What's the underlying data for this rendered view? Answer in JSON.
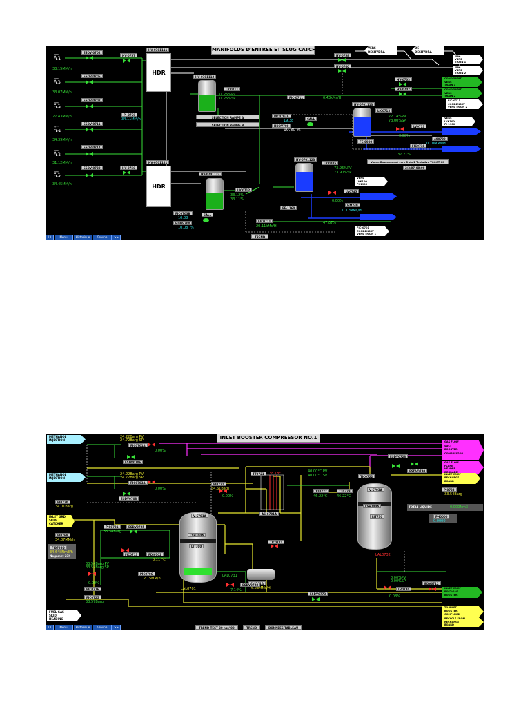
{
  "screen1": {
    "title": "MANIFOLDS D'ENTREE ET SLUG CATCHER",
    "trend_button": "TREND",
    "nav": [
      "13",
      "Menu",
      "Historique",
      "Groupe",
      ">>"
    ],
    "wells": [
      {
        "name": "XT1\nTL-1",
        "valve": "ESDV-0702",
        "value": "33.15MM/h"
      },
      {
        "name": "XT1\nTL-2",
        "valve": "ESDV-0706",
        "value": "33.07MM/h"
      },
      {
        "name": "XT1\nTL-3",
        "valve": "ESDV-0708",
        "value": "27.43MM/h"
      },
      {
        "name": "XT1\nTL-4",
        "valve": "ESDV-0711",
        "value": "34.39MM/h"
      },
      {
        "name": "XT1\nTL-5",
        "valve": "ESDV-0717",
        "value": "31.12MM/h"
      },
      {
        "name": "XT1\nTL-7",
        "valve": "ESDV-0720",
        "value": "34.45MM/h"
      }
    ],
    "manifold_valves": [
      "HV-0757",
      "HV-0756"
    ],
    "pi_tag": {
      "name": "PI-0769",
      "value": "34.11MM/h"
    },
    "hdr_top": {
      "tag": "HV-0701111",
      "label": "HDR"
    },
    "hdr_bottom": {
      "tag": "HV-0701121",
      "label": "HDR"
    },
    "slug_top": {
      "tag": "HV-0701112",
      "lic": "LIC0711",
      "pv": "31.25%PV",
      "sp": "31.25%SP"
    },
    "slug_bottom": {
      "tag": "HV-0701122",
      "lic": "LIC0712",
      "pv": "33.12%",
      "sp": "33.11%"
    },
    "selection_a": "SELECTION RAMPE A",
    "selection_b": "SELECTION RAMPE B",
    "pic_top": {
      "tag": "PIC0703A",
      "val1": "19.38",
      "tag2": "HDDV700",
      "val2": "19.30",
      "unit": "%",
      "switch": "CALL"
    },
    "pic_bottom": {
      "tag": "PIC0703B",
      "val1": "10.08",
      "tag2": "HDDV700",
      "val2": "10.08",
      "unit": "%",
      "switch": "CALL"
    },
    "fic_top": {
      "tag": "FIC-0711",
      "value": "0.43kMs/H"
    },
    "fic_bottom": {
      "tag": "FIC0711",
      "value": "20.11kMs/H"
    },
    "cond_top": {
      "tag": "HV-0701113",
      "lic": "LIC0713",
      "pv": "72.14%PV",
      "sp": "73.00%SP",
      "lvo": "LV0713",
      "pct": "0.08%",
      "fv": "FE-0900",
      "fic": "FIC0710",
      "fv_val": "37.21%",
      "flow": "0.10MMs/H",
      "tag2": "400709"
    },
    "cond_bottom": {
      "tag": "HV-0701123",
      "lic": "LIC0705",
      "pv": "73.95%PV",
      "sp": "73.90%SP",
      "lvo": "LV0745",
      "pct": "0.00%",
      "fv": "FE-1160",
      "fic": "FIC0708",
      "fv_val": "47.87%",
      "flow": "0.12MMs/H",
      "tag2": "HM749"
    },
    "valve_top_right": [
      "HV-0758",
      "HV-0760",
      "HV-0703",
      "HV-0702"
    ],
    "outlets": {
      "vers_deshydra": "VERS\nDESHYDRA",
      "de_deshydra": "DE\nDESHYDRA",
      "gaz_train1": "GAZ\nVERS\nTRAIN 1",
      "gaz_train2": "GAZ\nVERS\nTRAIN 2",
      "condensat_train1": "CONDENSAT\nVERS\nTRAIN 1",
      "condensat_train2": "CONDENSAT\nVERS\nTRAIN 2",
      "fic_condensat": "FIC-0711\nCONDENSAT\nVERS TRAIN 2",
      "vers_lvk": "VERS\nLVK100\nFI-1900",
      "vers_lvk2": "VERS\nLVK100\nFI-1900",
      "fic_condensat_bot": "FIC-0701\nCONDENSAT\nVERS TRAIN 1"
    },
    "note": "Vanne Basculement vers Train 2 Tentative TOOO7 HS",
    "note2": "2/3/07-00:00"
  },
  "screen2": {
    "title": "INLET BOOSTER COMPRESSOR NO.1",
    "nav": [
      "13",
      "Menu",
      "Historique",
      "Groupe",
      ">>"
    ],
    "bottom_buttons": [
      "TREND TEST 30 hsr/ 00",
      "TREND",
      "DONNEES TABLEAU"
    ],
    "inputs": {
      "methanol": "METHANOL\nINJECTION",
      "methanol2": "METHANOL\nINJECTION",
      "inlet_slug": "INLET GRD\nSLUG\nCATCHER",
      "fuel_gas": "FUEL GAS\nSKID\nHEADING"
    },
    "outputs": {
      "gas1": "GAS FLOW\nSUCT\nBOOSTER\nCOMPRESSOR",
      "gas2": "GAS FLOW\nFLARE\nHEADER\nDEGRADE",
      "inlet_comp": "INLET COMP\nRECHARGE\nBOARD",
      "inlet_comp2": "INLET COMP\nPOST-GAS\nBOOSTER",
      "to_inlet": "TO INLET\nBOOSTER\nCOMPLNO2",
      "to_inlet2": "RECYCLE FROM\nRECHARGE\nBOARD"
    },
    "pv1": "24.22Barg PV",
    "sp1": "24.72Barg SP",
    "pct1": "0.00%",
    "tag1": "PIC0701A",
    "esd1": "ESDV0706",
    "pv2": "24.22Barg PV",
    "sp2": "24.72Barg SP",
    "pct2": "0.00%",
    "tag2": "PIC0703A",
    "esd2": "ESDV0708",
    "pi0720": {
      "tag": "PI0720",
      "value": "34.01Barg"
    },
    "pi0768": {
      "tag": "PI0768",
      "value": "34.07MM/h"
    },
    "flow_box": {
      "tag": "FI0798Q",
      "value": "34.64kNm3/h",
      "label": "Nogamet 23h"
    },
    "vessel1": {
      "tag": "V-6701A",
      "lsh": "LSH700A",
      "lit": "LIT700",
      "lic": "LAL0701"
    },
    "vessel2": {
      "tag": "V-6703A",
      "lsh": "LSH700A",
      "lit": "LIT730",
      "lic": "LAL0732"
    },
    "compressor": {
      "tag": "C-6701A",
      "value": "6.23MMs/H"
    },
    "cooler": {
      "tag": "AC-6701A",
      "value": "38.18°"
    },
    "tt": [
      "TT0721",
      "TT0722",
      "TT0723"
    ],
    "tt_vals": [
      "46.22°C",
      "46.22°C",
      "46.22°C"
    ],
    "pi0721": {
      "tag": "PI0721",
      "value": "54.61Barg"
    },
    "total_label": "TOTAL LIQUIDE",
    "total_val": "0.000Nm3",
    "ph_box": {
      "tag": "PH0000",
      "value": "0.0000"
    },
    "pv3": "40.00°C PV",
    "sp3": "40.00°C SP",
    "pct3": "0.00%",
    "tag3": "TIC0722",
    "pv4": "33.54Barg",
    "pct4": "0.00%",
    "tag4": "PIC0716",
    "valves": [
      "ESDV0725",
      "ESDV0728",
      "ESDV0730",
      "BDV0712",
      "ESDV0728",
      "ESDV0773"
    ],
    "misc": {
      "fic0713": "FIC0713",
      "fic0713_pv": "0.00",
      "fic0713_unit": "%",
      "pic0706": "PIC0706",
      "pic0706_v": "2.15MM/h",
      "pv5": "33.57Barg PV",
      "sp5": "33.57Barg SP",
      "pct5": "0.00%",
      "tag5": "PIC0721",
      "tag6": "PIC0725",
      "val6": "33.57Barg",
      "tic0721": "TIC0721",
      "pv7": "0.00%PV",
      "sp7": "0.00%SP",
      "pct7": "0.08%",
      "lv0730": "LV0730",
      "pct8": "7.14%",
      "pi0723": "PI0723",
      "pi0723_v": "33.54Barg",
      "tag_lsl": "LAL0731",
      "pdt": "PDI0702",
      "pdt_v": "0.11 °C"
    }
  }
}
